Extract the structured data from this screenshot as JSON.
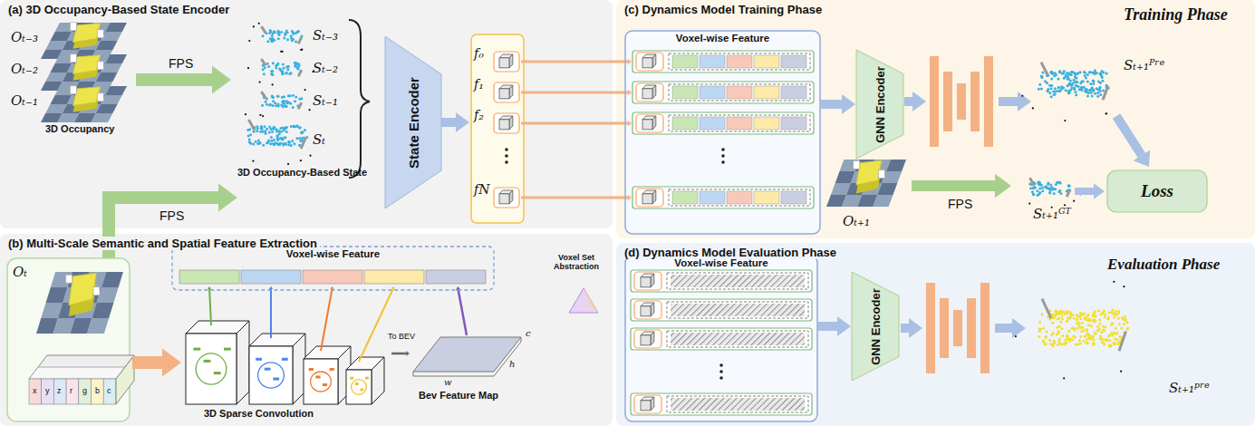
{
  "diagram": {
    "nodes": [
      {
        "text": [
          "(a) 3D Occupancy-Based State Encoder"
        ]
      },
      {
        "text": [
          "State Encoder"
        ],
        "in": 0
      },
      {
        "text": [
          "(b) Multi-Scale Semantic and Spatial Feature Extraction"
        ]
      },
      {
        "text": [
          "Voxel-wise Feature"
        ],
        "in": 2
      },
      {
        "text": [
          "(c) Dynamics Model Training Phase"
        ]
      },
      {
        "text": [
          "Voxel-wise Feature"
        ],
        "in": 4
      },
      {
        "text": [
          "GNN Encoder"
        ],
        "in": 4
      },
      {
        "text": [
          "Loss"
        ],
        "in": 4
      },
      {
        "text": [
          "(d) Dynamics Model Evaluation Phase"
        ]
      },
      {
        "text": [
          "Voxel-wise Feature"
        ],
        "in": 8
      },
      {
        "text": [
          "GNN Encoder"
        ],
        "in": 8
      }
    ],
    "edges": [
      {
        "from": 5,
        "to": 6,
        "arrow": "to"
      },
      {
        "from": 9,
        "to": 10,
        "arrow": "to"
      }
    ],
    "labels": [
      "Oₜ₋₃",
      "Oₜ₋₂",
      "Oₜ₋₁",
      "3D Occupancy",
      "FPS",
      "Sₜ₋₃",
      "Sₜ₋₂",
      "Sₜ₋₁",
      "Sₜ",
      "3D Occupancy-Based State",
      "FPS",
      "f₀",
      "f₁",
      "f₂",
      "fN",
      "Oₜ",
      "x",
      "y",
      "z",
      "r",
      "g",
      "b",
      "c",
      "3D Sparse Convolution",
      "To BEV",
      "Voxel Set Abstraction",
      "w",
      "h",
      "c",
      "Bev Feature Map",
      "Training Phase",
      "Sₜ₊₁ᴾʳᵉ",
      "Oₜ₊₁",
      "FPS",
      "Sₜ₊₁ᴳᵀ",
      "Evaluation Phase",
      "Sₜ₊₁ᵖʳᵉ"
    ]
  }
}
